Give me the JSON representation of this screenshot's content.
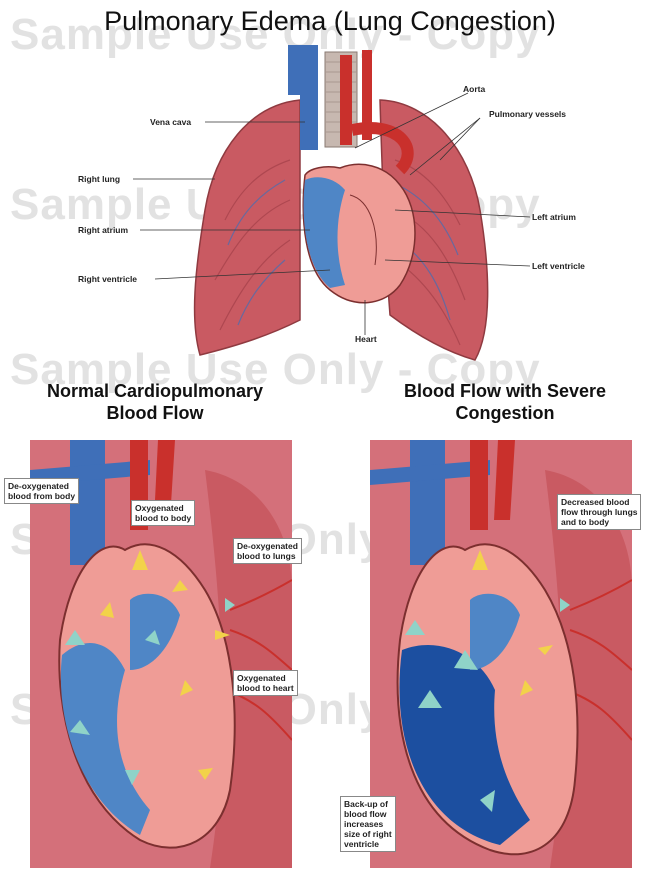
{
  "title": "Pulmonary Edema (Lung Congestion)",
  "watermark": "Sample Use Only - Copy",
  "top_labels": {
    "vena_cava": "Vena cava",
    "aorta": "Aorta",
    "pulmonary_vessels": "Pulmonary vessels",
    "right_lung": "Right lung",
    "left_atrium": "Left atrium",
    "right_atrium": "Right atrium",
    "left_ventricle": "Left ventricle",
    "right_ventricle": "Right ventricle",
    "heart": "Heart"
  },
  "normal": {
    "heading": "Normal Cardiopulmonary\nBlood Flow",
    "deoxy_from_body": "De-oxygenated\nblood from body",
    "oxy_to_body": "Oxygenated\nblood to body",
    "deoxy_to_lungs": "De-oxygenated\nblood to lungs",
    "oxy_to_heart": "Oxygenated\nblood to heart"
  },
  "congested": {
    "heading": "Blood Flow with Severe\nCongestion",
    "decreased_flow": "Decreased blood\nflow through lungs\nand to body",
    "backup": "Back-up of\nblood flow\nincreases\nsize of right\nventricle"
  },
  "colors": {
    "lung": "#c95a62",
    "lung_dark": "#a8434c",
    "vessel_red": "#c9302c",
    "vessel_blue": "#3f6fb8",
    "heart_pink": "#ef9c96",
    "heart_blue": "#4f86c6",
    "arrow_yellow": "#f2d24a",
    "arrow_teal": "#8fd3c8"
  }
}
